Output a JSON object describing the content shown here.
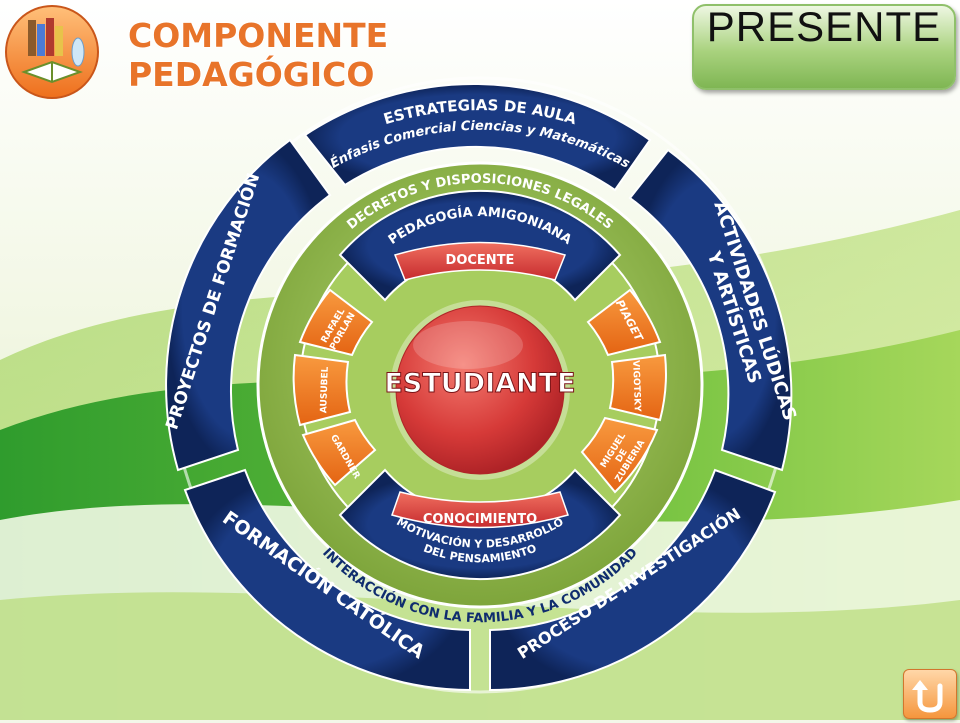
{
  "header": {
    "title_line1": "COMPONENTE",
    "title_line2": "PEDAGÓGICO",
    "present_button": "PRESENTE"
  },
  "outer_ring": {
    "top": {
      "line1": "ESTRATEGIAS DE AULA",
      "line2": "Énfasis Comercial Ciencias y Matemáticas"
    },
    "right": {
      "line1": "ACTIVIDADES LÚDICAS",
      "line2": "Y ARTÍSTICAS"
    },
    "bottom_right": "PROCESO DE INVESTIGACIÓN",
    "bottom_left": "FORMACIÓN CATÓLICA",
    "left": "PROYECTOS DE FORMACIÓN"
  },
  "green_ring": {
    "top": "DECRETOS Y DISPOSICIONES LEGALES",
    "bottom": "INTERACCIÓN CON LA FAMILIA Y LA COMUNIDAD"
  },
  "inner_ring": {
    "top_band": "PEDAGOGÍA AMIGONIANA",
    "top_tag": "DOCENTE",
    "bottom_tag": "CONOCIMIENTO",
    "bottom_line1": "MOTIVACIÓN Y DESARROLLO",
    "bottom_line2": "DEL PENSAMIENTO"
  },
  "authors_left": [
    {
      "line1": "RAFAEL",
      "line2": "PORLAN"
    },
    {
      "line1": "AUSUBEL",
      "line2": ""
    },
    {
      "line1": "GARDNER",
      "line2": ""
    }
  ],
  "authors_right": [
    {
      "line1": "PIAGET",
      "line2": ""
    },
    {
      "line1": "VIGOTSKY",
      "line2": ""
    },
    {
      "line1": "MIGUEL",
      "line2": "DE",
      "line3": "ZUBIERIA"
    }
  ],
  "center": "ESTUDIANTE",
  "colors": {
    "navy": "#15306f",
    "green_ring": "#8fb843",
    "orange": "#f07d22",
    "red": "#d8393a",
    "title_orange": "#e8742a"
  }
}
